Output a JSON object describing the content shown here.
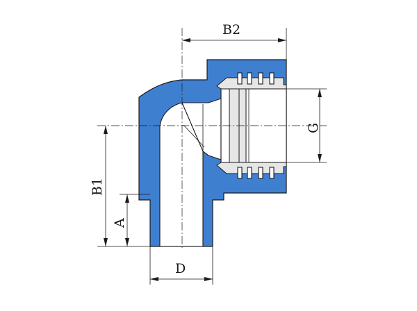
{
  "diagram": {
    "colors": {
      "wall": "#3f7fd0",
      "line": "#1a1a1a",
      "shade": "#e6e6e6",
      "background": "#ffffff"
    },
    "labels": {
      "b2": "B2",
      "b1": "B1",
      "a": "A",
      "g": "G",
      "d": "D"
    }
  }
}
